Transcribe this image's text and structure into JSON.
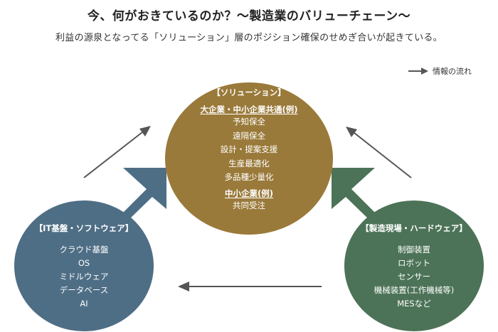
{
  "title": "今、何がおきているのか？～製造業のバリューチェーン～",
  "subtitle": "利益の源泉となってる「ソリューション」層のポジション確保のせめぎ合いが起きている。",
  "legend": {
    "label": "情報の流れ"
  },
  "solution": {
    "heading": "【ソリューション】",
    "group1": {
      "heading": "大企業・中小企業共通(例)",
      "items": [
        "予知保全",
        "遠隔保全",
        "設計・提案支援",
        "生産最適化",
        "多品種少量化"
      ]
    },
    "group2": {
      "heading": "中小企業(例)",
      "items": [
        "共同受注"
      ]
    }
  },
  "it": {
    "heading": "【IT基盤・ソフトウェア】",
    "items": [
      "クラウド基盤",
      "OS",
      "ミドルウェア",
      "データベース",
      "AI"
    ]
  },
  "mfg": {
    "heading": "【製造現場・ハードウェア】",
    "items": [
      "制御装置",
      "ロボット",
      "センサー",
      "機械装置(工作機械等)",
      "MESなど"
    ]
  },
  "colors": {
    "solution": "#9a7a3a",
    "it": "#4e6e85",
    "mfg": "#4c7357",
    "arrow": "#555555"
  }
}
